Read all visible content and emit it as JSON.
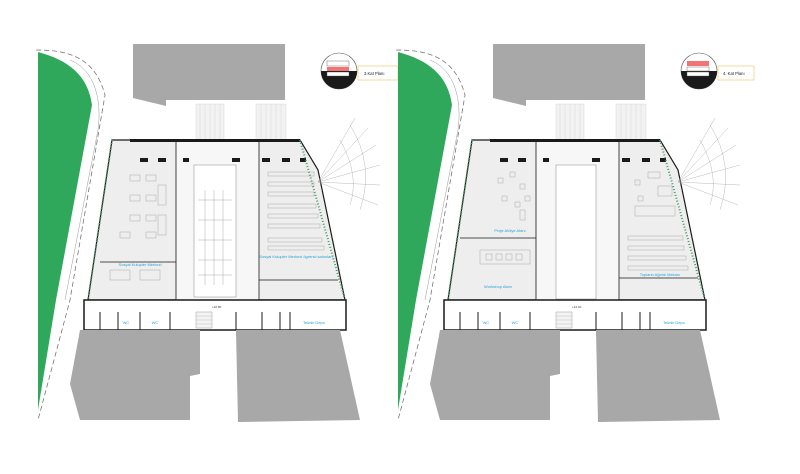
{
  "colors": {
    "green": "#2fa85c",
    "building": "#a8a8a8",
    "floor": "#eeeeee",
    "corridor": "#f6f6f6",
    "wall": "#1a1a1a",
    "label": "#27a3d8",
    "accent": "#e9c85a"
  },
  "plans": [
    {
      "key_plan_label": "3.Kat Planı",
      "level_mark": "+10.80",
      "rooms": {
        "left_main": "Sosyal Kulupler Merkezi",
        "right_main": "Sosyal Kulupler Merkezi ögrenci salonları",
        "wc_left": "WC",
        "wc_right": "WC",
        "service": "Teknik Depo"
      }
    },
    {
      "key_plan_label": "4. Kat Planı",
      "level_mark": "+14.40",
      "rooms": {
        "left_upper": "Proje Atölye Alanı",
        "left_main": "Workshop Alanı",
        "right_main": "Toplantı Ağırlık Mekanı",
        "wc_left": "WC",
        "wc_right": "WC",
        "service": "Teknik Depo"
      }
    }
  ]
}
